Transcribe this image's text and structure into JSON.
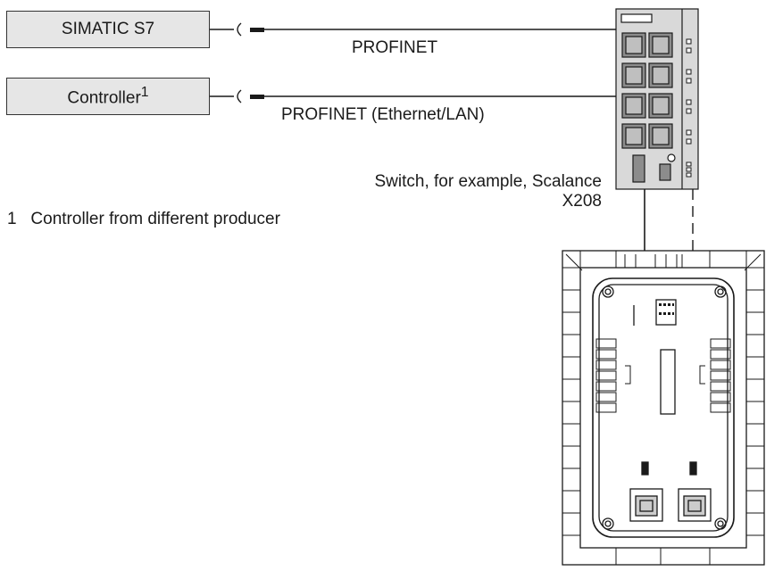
{
  "devices": {
    "simatic": "SIMATIC S7",
    "controller": "Controller",
    "controller_footnote_mark": "1"
  },
  "connections": {
    "profinet": "PROFINET",
    "profinet_ethernet": "PROFINET (Ethernet/LAN)"
  },
  "switch": {
    "caption_line1": "Switch, for example, Scalance",
    "caption_line2": "X208"
  },
  "footnote": {
    "number": "1",
    "text": "Controller from different producer"
  }
}
